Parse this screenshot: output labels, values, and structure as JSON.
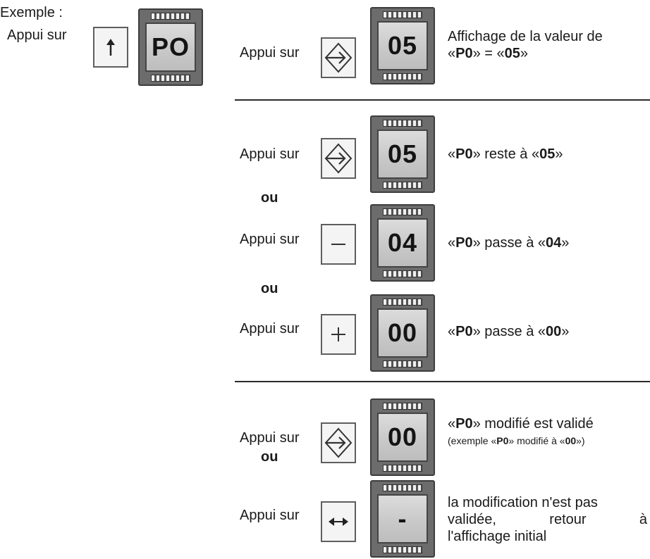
{
  "header": {
    "example_label": "Exemple :"
  },
  "press_label": "Appui sur",
  "or_label": "ou",
  "steps": [
    {
      "key": "up-arrow-key",
      "display": "PO"
    },
    {
      "key": "enter-key",
      "display": "05",
      "desc": [
        "Affichage de la valeur de",
        "«",
        "P0",
        "» = «",
        "05",
        "»"
      ]
    },
    {
      "key": "enter-key",
      "display": "05",
      "desc": [
        "«",
        "P0",
        "» reste à «",
        "05",
        "»"
      ]
    },
    {
      "key": "minus-key",
      "display": "04",
      "desc": [
        "«",
        "P0",
        "» passe à «",
        "04",
        "»"
      ]
    },
    {
      "key": "plus-key",
      "display": "00",
      "desc": [
        "«",
        "P0",
        "» passe à «",
        "00",
        "»"
      ]
    },
    {
      "key": "enter-key",
      "display": "00",
      "desc": [
        "«",
        "P0",
        "» modifié est validé"
      ],
      "note": [
        "(exemple «",
        "P0",
        "» modifié à «",
        "00",
        "»)"
      ]
    },
    {
      "key": "double-arrow-key",
      "display": "-",
      "desc": [
        "la modification n'est pas",
        "validée,",
        "retour",
        "à",
        "l'affichage initial"
      ]
    }
  ]
}
